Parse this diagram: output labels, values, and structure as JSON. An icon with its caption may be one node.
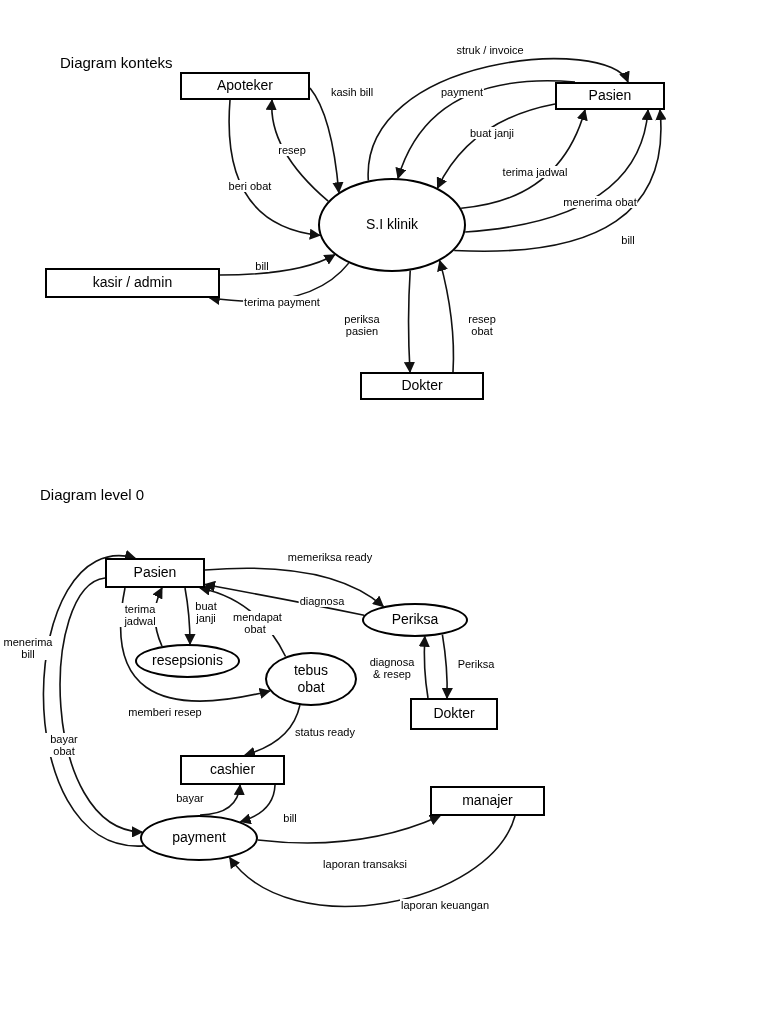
{
  "diagram": {
    "nodes": [
      {
        "text": [
          "Apoteker"
        ]
      },
      {
        "text": [
          "Pasien"
        ]
      },
      {
        "text": [
          "S.I klinik"
        ]
      },
      {
        "text": [
          "kasir / admin"
        ]
      },
      {
        "text": [
          "Dokter"
        ]
      },
      {
        "text": [
          "Pasien"
        ]
      },
      {
        "text": [
          "Periksa"
        ]
      },
      {
        "text": [
          "resepsionis"
        ]
      },
      {
        "text": [
          "tebus obat"
        ]
      },
      {
        "text": [
          "Dokter"
        ]
      },
      {
        "text": [
          "cashier"
        ]
      },
      {
        "text": [
          "payment"
        ]
      },
      {
        "text": [
          "manajer"
        ]
      }
    ],
    "edges": [
      {
        "from": 0,
        "to": 2,
        "arrow": "to",
        "label": "kasih bill"
      },
      {
        "from": 2,
        "to": 0,
        "arrow": "to",
        "label": "resep"
      },
      {
        "from": 0,
        "to": 2,
        "arrow": "to",
        "label": "beri obat"
      },
      {
        "from": 2,
        "to": 1,
        "arrow": "to",
        "label": "struk / invoice"
      },
      {
        "from": 1,
        "to": 2,
        "arrow": "to",
        "label": "payment"
      },
      {
        "from": 1,
        "to": 2,
        "arrow": "to",
        "label": "buat janji"
      },
      {
        "from": 2,
        "to": 1,
        "arrow": "to",
        "label": "terima jadwal"
      },
      {
        "from": 2,
        "to": 1,
        "arrow": "to",
        "label": "menerima obat"
      },
      {
        "from": 2,
        "to": 1,
        "arrow": "to",
        "label": "bill"
      },
      {
        "from": 3,
        "to": 2,
        "arrow": "to",
        "label": "bill"
      },
      {
        "from": 2,
        "to": 3,
        "arrow": "to",
        "label": "terima payment"
      },
      {
        "from": 2,
        "to": 4,
        "arrow": "to",
        "label": "periksa pasien"
      },
      {
        "from": 4,
        "to": 2,
        "arrow": "to",
        "label": "resep obat"
      },
      {
        "from": 5,
        "to": 6,
        "arrow": "to",
        "label": "memeriksa ready"
      },
      {
        "from": 6,
        "to": 5,
        "arrow": "to",
        "label": "diagnosa"
      },
      {
        "from": 6,
        "to": 9,
        "arrow": "to",
        "label": "Periksa"
      },
      {
        "from": 9,
        "to": 6,
        "arrow": "to",
        "label": "diagnosa & resep"
      },
      {
        "from": 7,
        "to": 5,
        "arrow": "to",
        "label": "terima jadwal"
      },
      {
        "from": 5,
        "to": 7,
        "arrow": "to",
        "label": "buat janji"
      },
      {
        "from": 8,
        "to": 5,
        "arrow": "to",
        "label": "mendapat obat"
      },
      {
        "from": 5,
        "to": 8,
        "arrow": "to",
        "label": "memberi resep"
      },
      {
        "from": 8,
        "to": 10,
        "arrow": "to",
        "label": "status ready"
      },
      {
        "from": 11,
        "to": 10,
        "arrow": "to",
        "label": "bayar"
      },
      {
        "from": 10,
        "to": 11,
        "arrow": "to",
        "label": "bill"
      },
      {
        "from": 5,
        "to": 11,
        "arrow": "to",
        "label": "bayar obat"
      },
      {
        "from": 11,
        "to": 5,
        "arrow": "to",
        "label": "menerima bill"
      },
      {
        "from": 11,
        "to": 12,
        "arrow": "to",
        "label": "laporan transaksi"
      },
      {
        "from": 12,
        "to": 11,
        "arrow": "to",
        "label": "laporan keuangan"
      }
    ],
    "labels": [
      "Diagram konteks",
      "Diagram level 0"
    ]
  }
}
